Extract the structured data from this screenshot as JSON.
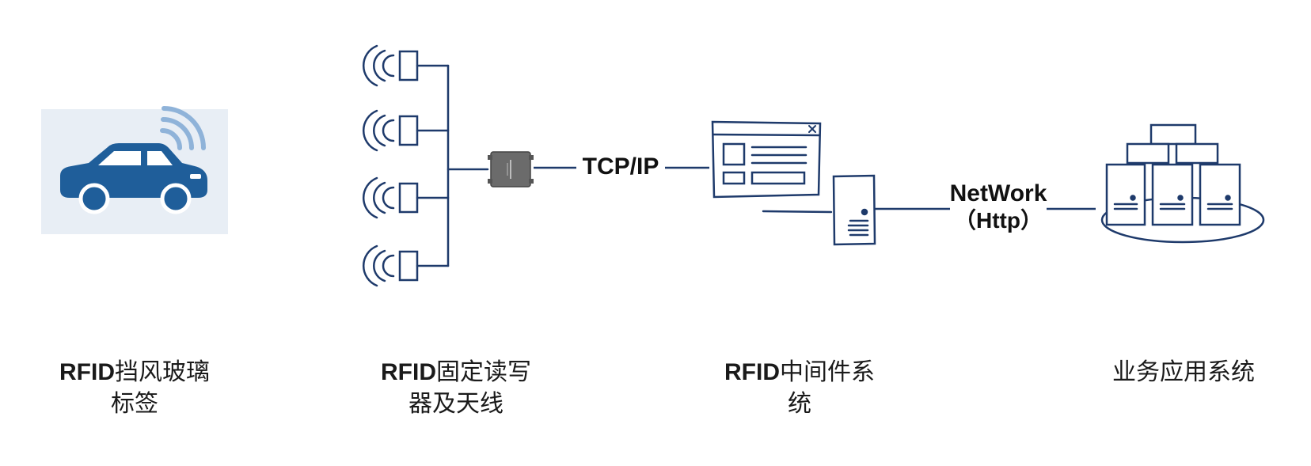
{
  "colors": {
    "ink": "#1e3a6b",
    "car_blue": "#1f5e9a",
    "signal_blue": "#8fb3d9",
    "tag_bg": "#e8eef5",
    "reader_gray": "#6b6b6b"
  },
  "icons": [
    "car-icon",
    "antenna-icon",
    "reader-icon",
    "middleware-window-icon",
    "server-icon",
    "server-cluster-icon"
  ],
  "connections": {
    "tcp": "TCP/IP",
    "network": "NetWork",
    "http": "（Http）"
  },
  "nodes": {
    "tag": {
      "title_bold": "RFID",
      "title_rest": "挡风玻璃",
      "line2": "标签"
    },
    "reader": {
      "title_bold": "RFID",
      "title_rest": "固定读写",
      "line2": "器及天线"
    },
    "middleware": {
      "title_bold": "RFID",
      "title_rest": "中间件系",
      "line2": "统"
    },
    "business": {
      "title_bold": "",
      "title_rest": "业务应用系统",
      "line2": ""
    }
  }
}
